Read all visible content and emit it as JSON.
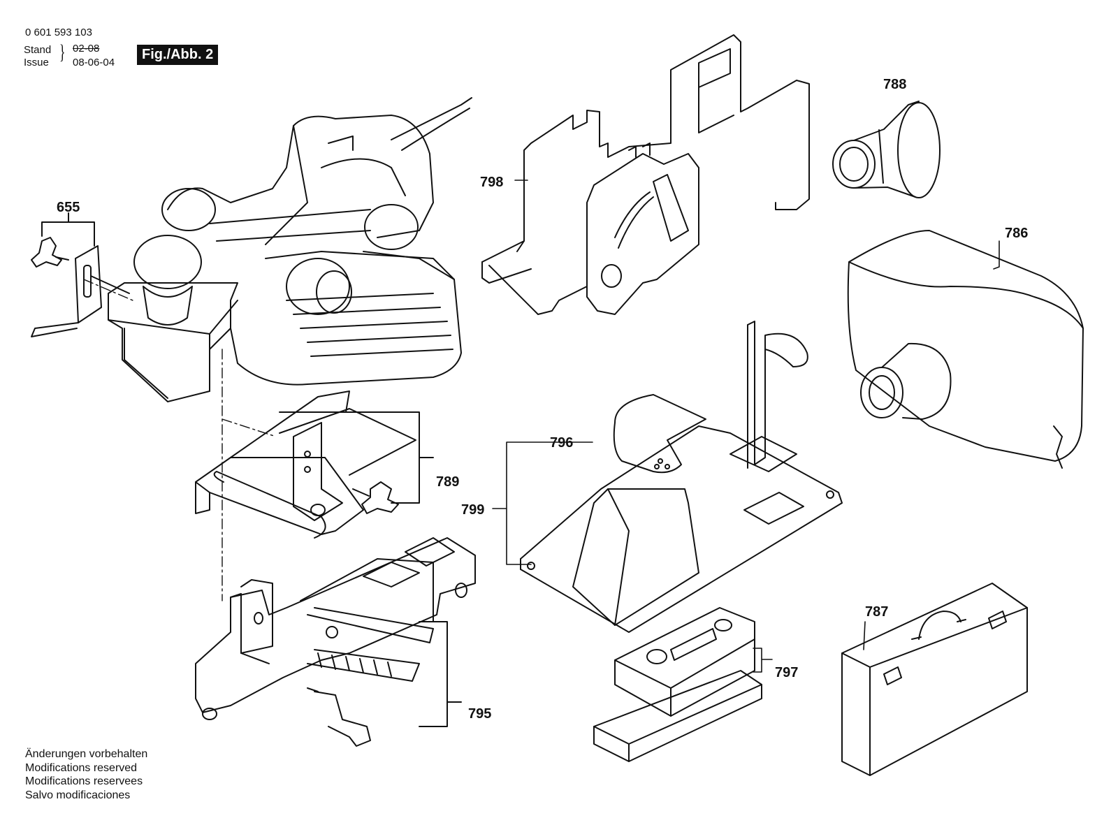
{
  "header": {
    "doc_number": "0 601 593 103",
    "stand_label": "Stand",
    "issue_label": "Issue",
    "old_date": "02-08",
    "new_date": "08-06-04",
    "figure_label": "Fig./Abb. 2"
  },
  "part_labels": {
    "p655": "655",
    "p798": "798",
    "p788": "788",
    "p786": "786",
    "p789": "789",
    "p796": "796",
    "p799": "799",
    "p797": "797",
    "p787": "787",
    "p795": "795"
  },
  "notes": [
    "Änderungen vorbehalten",
    "Modifications reserved",
    "Modifications reservees",
    "Salvo modificaciones"
  ]
}
